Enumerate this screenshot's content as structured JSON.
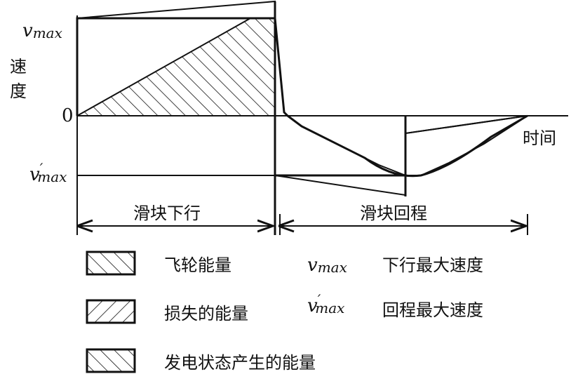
{
  "axes": {
    "y_label": "速\n度",
    "x_label": "时间",
    "vmax_symbol": "v",
    "vmax_sub": "max",
    "zero": "0",
    "vmin_symbol": "v",
    "vmin_prime": "′",
    "vmin_sub": "max"
  },
  "phases": {
    "down": "滑块下行",
    "return": "滑块回程"
  },
  "legend": {
    "flywheel": "飞轮能量",
    "loss": "损失的能量",
    "generator": "发电状态产生的能量",
    "vmax_symbol": "v",
    "vmax_sub": "max",
    "vmax_desc": "下行最大速度",
    "vmin_symbol": "v",
    "vmin_prime": "′",
    "vmin_sub": "max",
    "vmin_desc": "回程最大速度"
  },
  "colors": {
    "ink": "#111111",
    "background": "#ffffff"
  }
}
